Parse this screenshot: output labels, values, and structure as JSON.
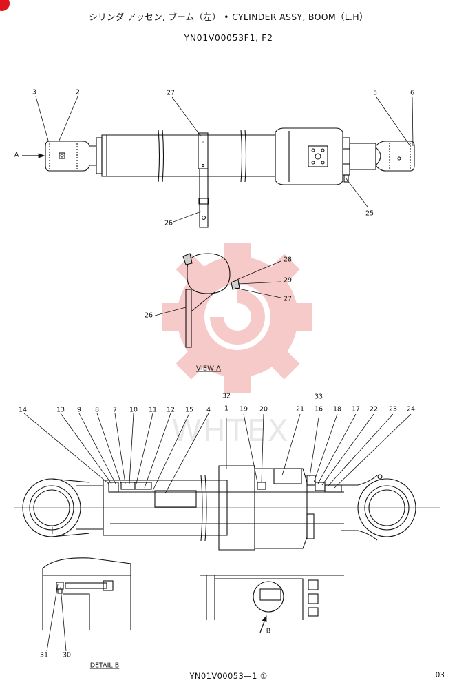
{
  "header": {
    "title": "シリンダ アッセン, ブーム（左） • CYLINDER ASSY, BOOM（L.H）",
    "model": "YN01V00053F1, F2"
  },
  "view_a_label": "VIEW A",
  "detail_b_label": "DETAIL B",
  "arrow_a_label": "A",
  "arrow_b_label": "B",
  "watermark_text": "WHTEX",
  "watermark_color": "#f2a0a0",
  "footer": {
    "part_code": "YN01V00053—1 ①",
    "page_number": "03"
  },
  "callouts": {
    "c1": "3",
    "c2": "2",
    "c3": "27",
    "c4": "5",
    "c5": "6",
    "c6": "26",
    "c7": "25",
    "c8": "28",
    "c9": "29",
    "c10": "27",
    "c11": "26",
    "c12": "32",
    "c13": "33",
    "c14": "14",
    "c15": "13",
    "c16": "9",
    "c17": "8",
    "c18": "7",
    "c19": "10",
    "c20": "11",
    "c21": "12",
    "c22": "15",
    "c23": "4",
    "c24": "1",
    "c25": "19",
    "c26": "20",
    "c27": "21",
    "c28": "16",
    "c29": "18",
    "c30": "17",
    "c31": "22",
    "c32": "23",
    "c33": "24",
    "c34": "31",
    "c35": "30"
  }
}
